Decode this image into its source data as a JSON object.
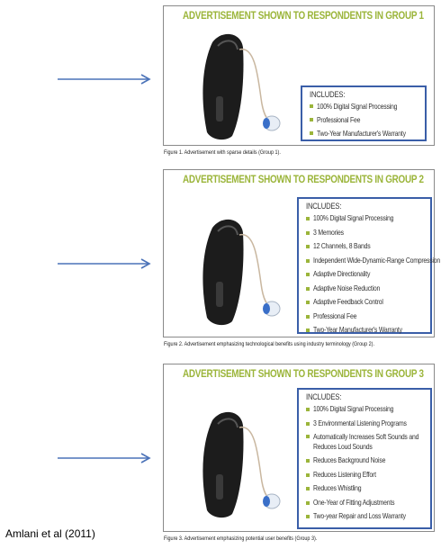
{
  "figures": [
    {
      "title": "ADVERTISEMENT SHOWN TO RESPONDENTS IN GROUP 1",
      "includes_label": "INCLUDES:",
      "items": [
        "100% Digital Signal Processing",
        "Professional Fee",
        "Two-Year Manufacturer's Warranty"
      ],
      "caption": "Figure 1. Advertisement with sparse details (Group 1)."
    },
    {
      "title": "ADVERTISEMENT SHOWN TO RESPONDENTS IN GROUP 2",
      "includes_label": "INCLUDES:",
      "items": [
        "100% Digital Signal Processing",
        "3 Memories",
        "12 Channels, 8 Bands",
        "Independent Wide-Dynamic-Range Compression",
        "Adaptive Directionality",
        "Adaptive Noise Reduction",
        "Adaptive Feedback Control",
        "Professional Fee",
        "Two-Year Manufacturer's Warranty"
      ],
      "caption": "Figure 2. Advertisement emphasizing technological benefits using industry terminology (Group 2)."
    },
    {
      "title": "ADVERTISEMENT SHOWN TO RESPONDENTS IN GROUP 3",
      "includes_label": "INCLUDES:",
      "items": [
        "100% Digital Signal Processing",
        "3 Environmental Listening Programs",
        "Automatically Increases Soft Sounds and Reduces Loud Sounds",
        "Reduces Background Noise",
        "Reduces Listening Effort",
        "Reduces Whistling",
        "One-Year of Fitting Adjustments",
        "Two-year Repair and Loss Warranty"
      ],
      "caption": "Figure 3. Advertisement emphasizing potential user benefits (Group 3)."
    }
  ],
  "credit": "Amlani et al (2011)",
  "colors": {
    "title_green": "#9bb53a",
    "box_blue": "#3a5ea8",
    "arrow_blue": "#4a72b8"
  }
}
